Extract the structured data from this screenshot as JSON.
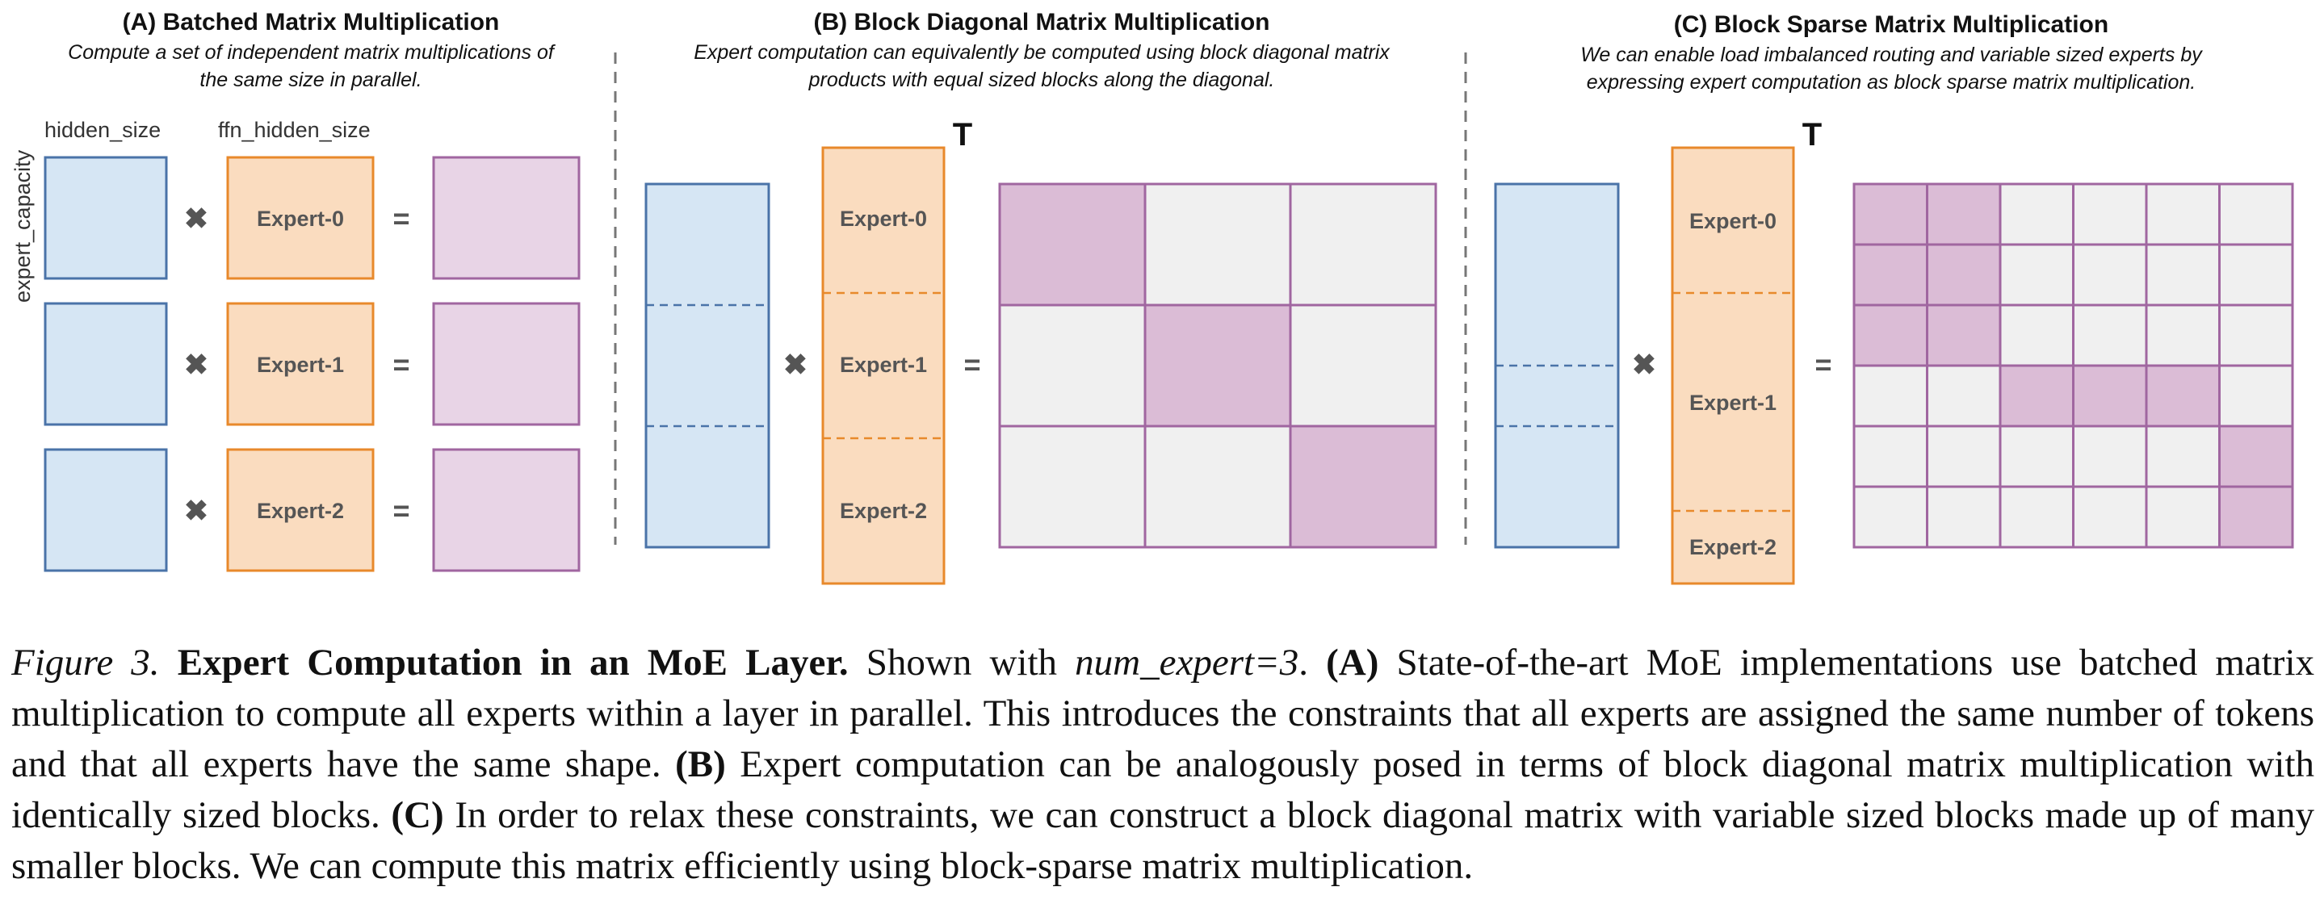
{
  "panels": {
    "a": {
      "title": "(A) Batched Matrix Multiplication",
      "desc_line1": "Compute a set of independent matrix multiplications of",
      "desc_line2": "the same size in parallel.",
      "label_hidden_size": "hidden_size",
      "label_ffn_hidden_size": "ffn_hidden_size",
      "label_expert_capacity": "expert_capacity",
      "experts": [
        "Expert-0",
        "Expert-1",
        "Expert-2"
      ]
    },
    "b": {
      "title": "(B) Block Diagonal Matrix Multiplication",
      "desc_line1": "Expert computation can equivalently be computed using block diagonal matrix",
      "desc_line2": "products with equal sized blocks along the diagonal.",
      "experts": [
        "Expert-0",
        "Expert-1",
        "Expert-2"
      ],
      "transpose": "T"
    },
    "c": {
      "title": "(C) Block Sparse Matrix Multiplication",
      "desc_line1": "We can enable load imbalanced routing and variable sized experts by",
      "desc_line2": "expressing expert computation as block sparse matrix multiplication.",
      "experts": [
        "Expert-0",
        "Expert-1",
        "Expert-2"
      ],
      "transpose": "T",
      "sparse_grid": [
        [
          1,
          1,
          0,
          0,
          0,
          0
        ],
        [
          1,
          1,
          0,
          0,
          0,
          0
        ],
        [
          1,
          1,
          0,
          0,
          0,
          0
        ],
        [
          0,
          0,
          1,
          1,
          1,
          0
        ],
        [
          0,
          0,
          0,
          0,
          0,
          1
        ],
        [
          0,
          0,
          0,
          0,
          0,
          1
        ]
      ]
    }
  },
  "symbols": {
    "times": "✖",
    "equals": "="
  },
  "colors": {
    "input_fill": "#d6e6f4",
    "input_stroke": "#4a73a8",
    "expert_fill": "#fadcbf",
    "expert_stroke": "#e8892b",
    "output_fill": "#e8d4e6",
    "output_stroke": "#a066a0",
    "block_on_fill": "#dbbcd6",
    "block_off_fill": "#f0f0f0",
    "divider": "#777777"
  },
  "caption": {
    "figure_label": "Figure 3.",
    "title": "Expert Computation in an MoE Layer.",
    "text_1": " Shown with ",
    "num_expert": "num_expert=3",
    "text_2": ". ",
    "a_label": "(A)",
    "a_text": " State-of-the-art MoE implementations use batched matrix multiplication to compute all experts within a layer in parallel. This introduces the constraints that all experts are assigned the same number of tokens and that all experts have the same shape. ",
    "b_label": "(B)",
    "b_text": " Expert computation can be analogously posed in terms of block diagonal matrix multiplication with identically sized blocks. ",
    "c_label": "(C)",
    "c_text": " In order to relax these constraints, we can construct a block diagonal matrix with variable sized blocks made up of many smaller blocks. We can compute this matrix efficiently using block-sparse matrix multiplication."
  }
}
